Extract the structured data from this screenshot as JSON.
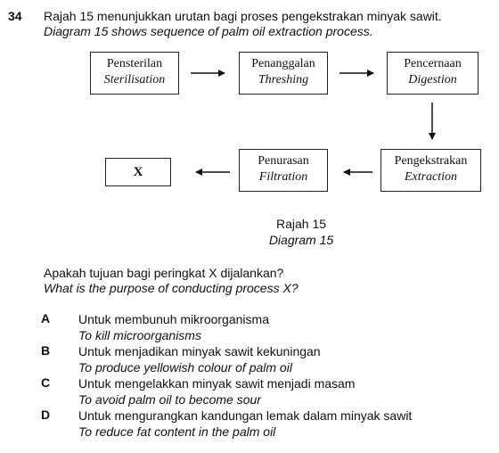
{
  "question": {
    "number": "34",
    "stem_ms": "Rajah 15 menunjukkan urutan bagi proses pengekstrakan minyak sawit.",
    "stem_en": "Diagram 15 shows sequence of palm oil extraction process."
  },
  "diagram": {
    "boxes": [
      {
        "ms": "Pensterilan",
        "en": "Sterilisation"
      },
      {
        "ms": "Penanggalan",
        "en": "Threshing"
      },
      {
        "ms": "Pencernaan",
        "en": "Digestion"
      },
      {
        "ms": "Pengekstrakan",
        "en": "Extraction"
      },
      {
        "ms": "Penurasan",
        "en": "Filtration"
      }
    ],
    "unknown_box": "X",
    "caption_ms": "Rajah 15",
    "caption_en": "Diagram 15"
  },
  "prompt": {
    "ms": "Apakah tujuan bagi peringkat X dijalankan?",
    "en": "What is the purpose of conducting process X?"
  },
  "options": [
    {
      "letter": "A",
      "ms": "Untuk membunuh mikroorganisma",
      "en": "To kill microorganisms"
    },
    {
      "letter": "B",
      "ms": "Untuk menjadikan minyak sawit kekuningan",
      "en": "To produce yellowish colour of palm oil"
    },
    {
      "letter": "C",
      "ms": "Untuk mengelakkan minyak sawit menjadi masam",
      "en": "To avoid palm oil to become sour"
    },
    {
      "letter": "D",
      "ms": "Untuk mengurangkan kandungan lemak dalam minyak sawit",
      "en": "To reduce fat content in the palm oil"
    }
  ]
}
